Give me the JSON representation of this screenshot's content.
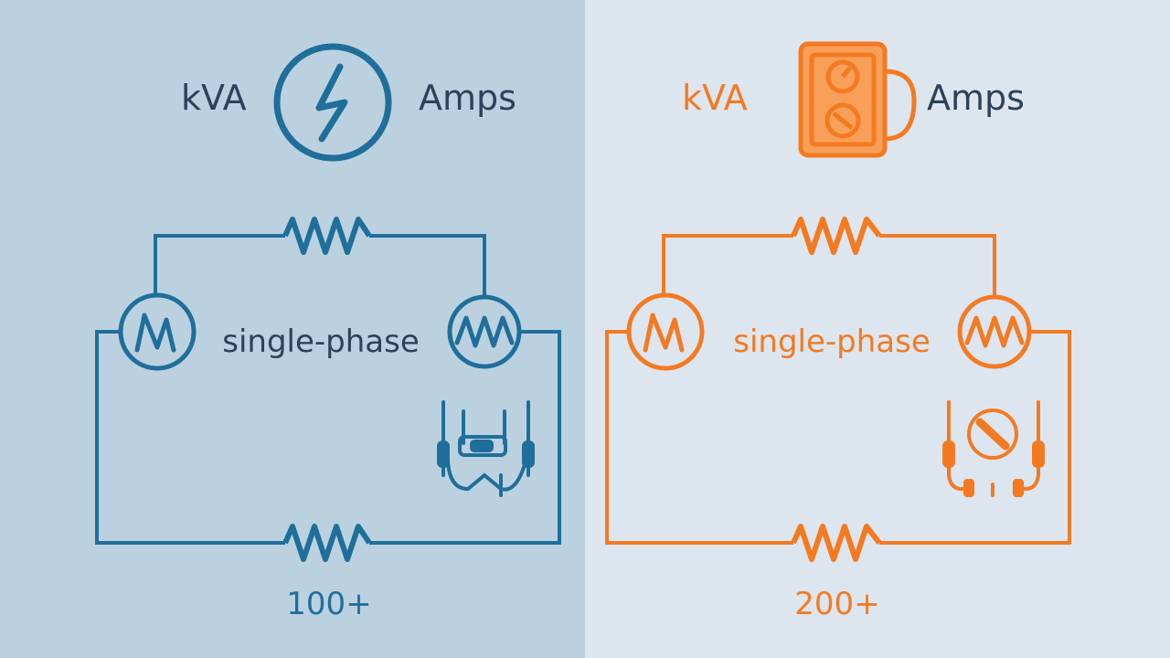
{
  "colors": {
    "left_bg": "#bcd1e0",
    "right_bg": "#dde6ef",
    "blue": "#1f6f9a",
    "orange": "#f47a22",
    "dark_text": "#2d4159"
  },
  "left": {
    "kva_label": "kVA",
    "amps_label": "Amps",
    "center_label": "single-phase",
    "value_label": "100+",
    "icon": "lightning-bolt-circle-icon"
  },
  "right": {
    "kva_label": "kVA",
    "amps_label": "Amps",
    "center_label": "single-phase",
    "value_label": "200+",
    "icon": "multimeter-icon"
  }
}
